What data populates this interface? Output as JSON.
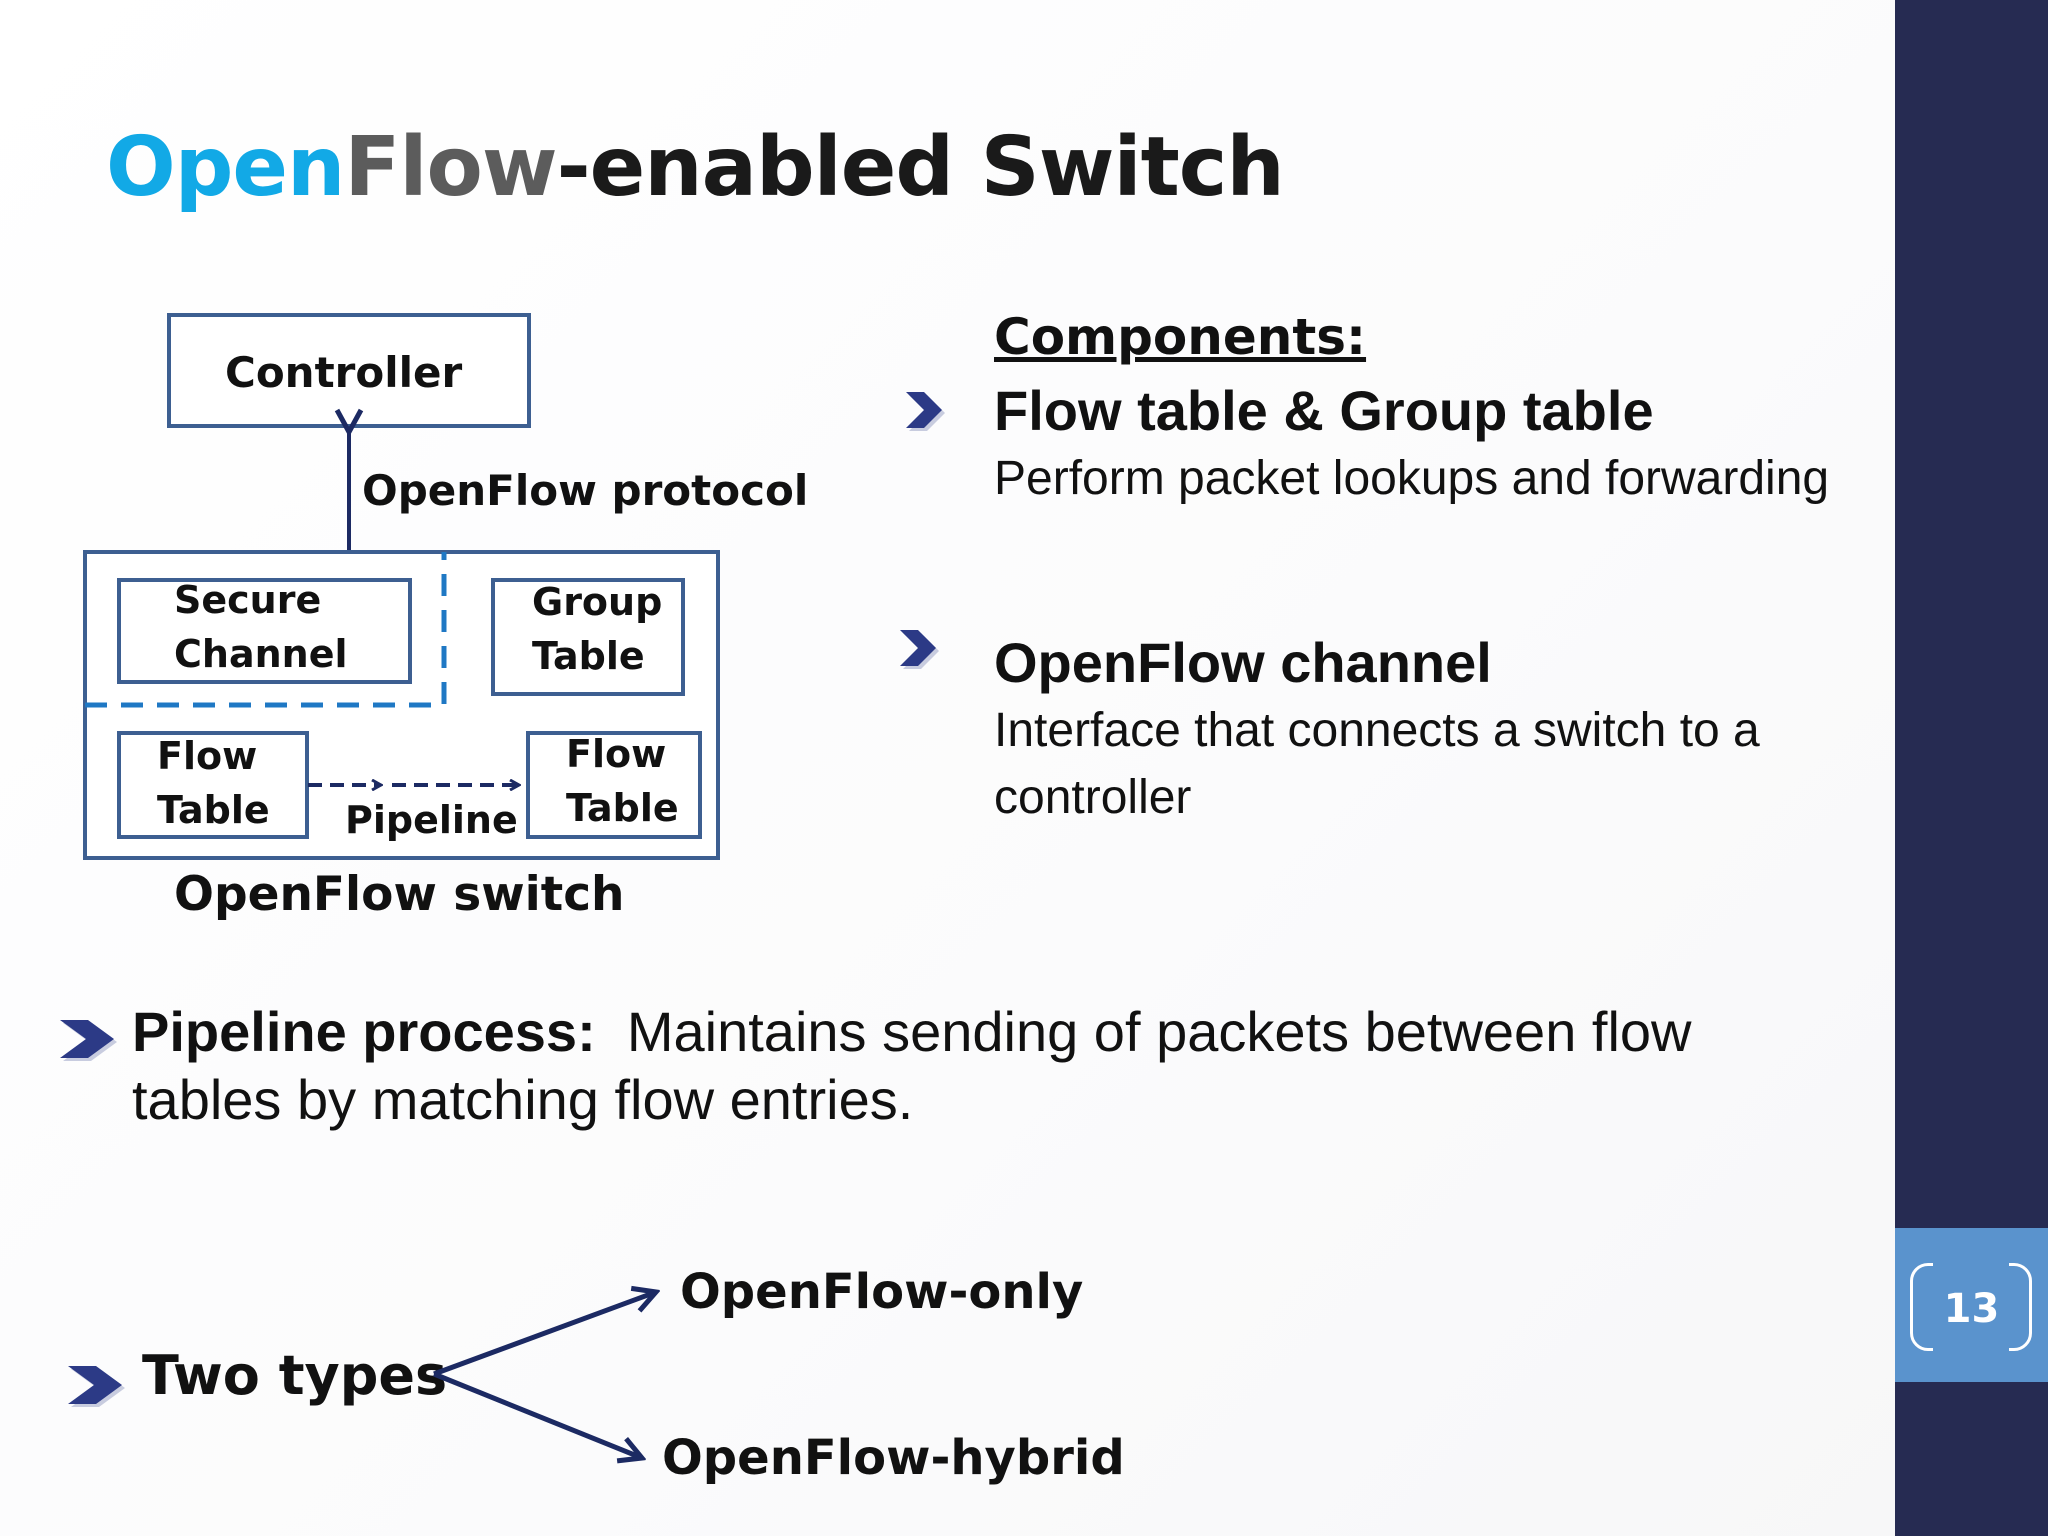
{
  "slide": {
    "title_part1": "Open",
    "title_part2": "Flow",
    "title_part3": "-enabled Switch",
    "page_number": "13"
  },
  "diagram": {
    "controller": "Controller",
    "protocol": "OpenFlow protocol",
    "secure_channel_line1": "Secure",
    "secure_channel_line2": "Channel",
    "group_table_line1": "Group",
    "group_table_line2": "Table",
    "flow_table1_line1": "Flow",
    "flow_table1_line2": "Table",
    "flow_table2_line1": "Flow",
    "flow_table2_line2": "Table",
    "pipeline": "Pipeline",
    "switch_label": "OpenFlow switch"
  },
  "components": {
    "heading": "Components:",
    "items": [
      {
        "title": "Flow table & Group table",
        "description": "Perform packet lookups and forwarding"
      },
      {
        "title": "OpenFlow channel",
        "description": "Interface that connects a switch to a controller"
      }
    ]
  },
  "pipeline_process": {
    "label": "Pipeline process:",
    "text": "Maintains sending of packets between flow tables by matching flow entries."
  },
  "two_types": {
    "label": "Two types",
    "options": [
      "OpenFlow-only",
      "OpenFlow-hybrid"
    ]
  },
  "colors": {
    "accent_blue": "#12a9e6",
    "diagram_border": "#3d5f91",
    "dashed_blue": "#1f78c4",
    "arrow_navy": "#1c2a63",
    "sidebar": "#262b52",
    "page_box": "#5a93cd"
  }
}
